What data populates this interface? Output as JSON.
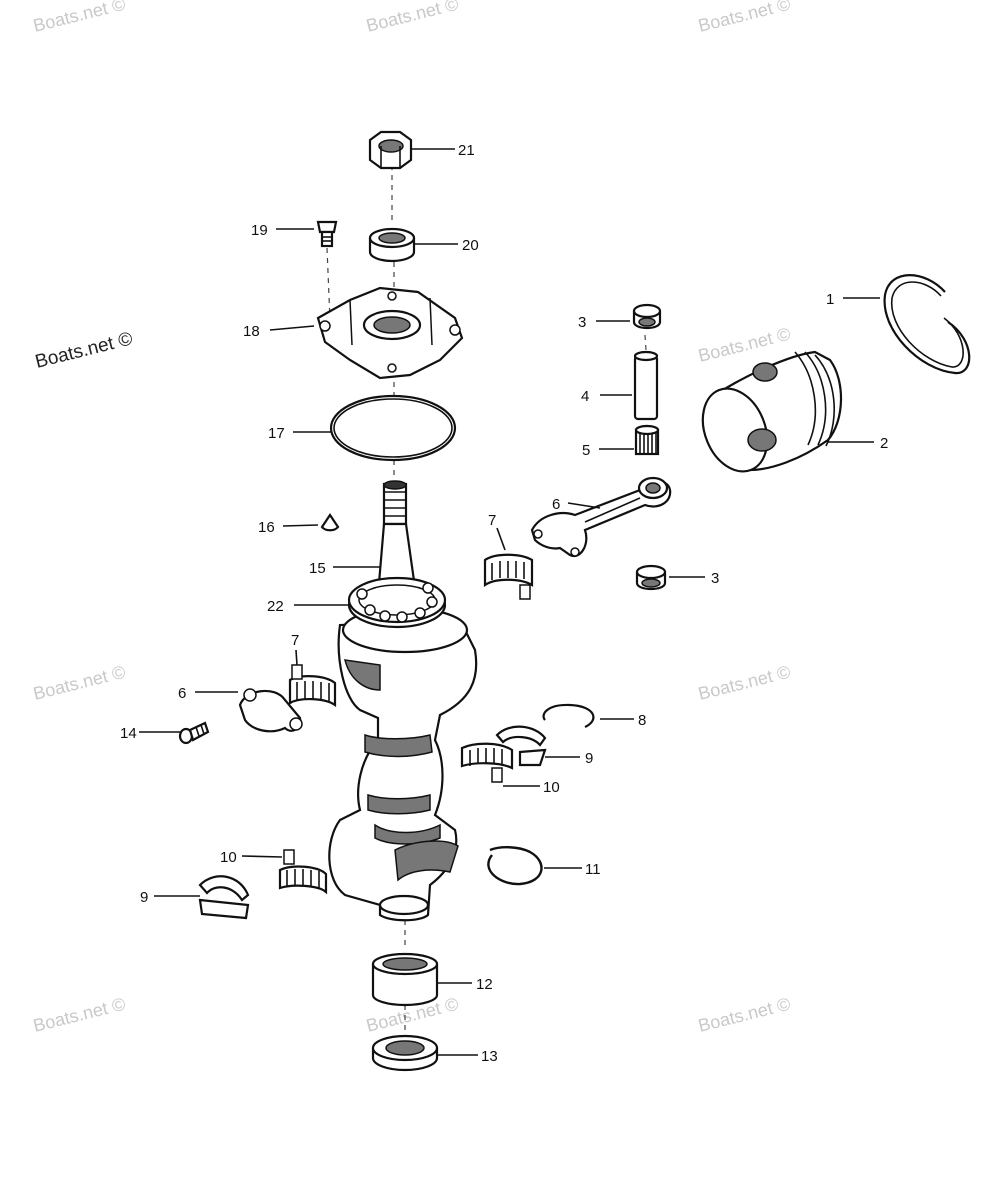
{
  "watermark": "Boats.net ©",
  "callouts": [
    {
      "id": "c1",
      "label": "1"
    },
    {
      "id": "c2",
      "label": "2"
    },
    {
      "id": "c3a",
      "label": "3"
    },
    {
      "id": "c3b",
      "label": "3"
    },
    {
      "id": "c4",
      "label": "4"
    },
    {
      "id": "c5",
      "label": "5"
    },
    {
      "id": "c6a",
      "label": "6"
    },
    {
      "id": "c6b",
      "label": "6"
    },
    {
      "id": "c7a",
      "label": "7"
    },
    {
      "id": "c7b",
      "label": "7"
    },
    {
      "id": "c8",
      "label": "8"
    },
    {
      "id": "c9a",
      "label": "9"
    },
    {
      "id": "c9b",
      "label": "9"
    },
    {
      "id": "c10a",
      "label": "10"
    },
    {
      "id": "c10b",
      "label": "10"
    },
    {
      "id": "c11",
      "label": "11"
    },
    {
      "id": "c12",
      "label": "12"
    },
    {
      "id": "c13",
      "label": "13"
    },
    {
      "id": "c14",
      "label": "14"
    },
    {
      "id": "c15",
      "label": "15"
    },
    {
      "id": "c16",
      "label": "16"
    },
    {
      "id": "c17",
      "label": "17"
    },
    {
      "id": "c18",
      "label": "18"
    },
    {
      "id": "c19",
      "label": "19"
    },
    {
      "id": "c20",
      "label": "20"
    },
    {
      "id": "c21",
      "label": "21"
    },
    {
      "id": "c22",
      "label": "22"
    }
  ]
}
